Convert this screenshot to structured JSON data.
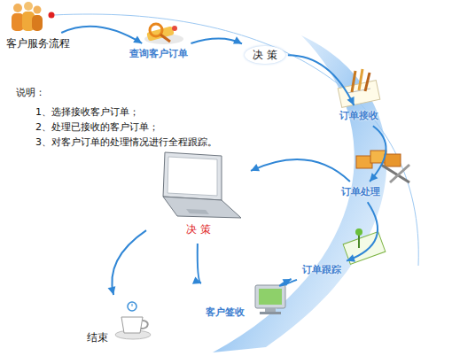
{
  "diagram": {
    "nodes": [
      {
        "text": [
          "客户服务流程"
        ]
      },
      {
        "text": [
          "查询客户订单"
        ]
      },
      {
        "text": [
          "决 策"
        ]
      },
      {
        "text": [
          "订单接收"
        ]
      },
      {
        "text": [
          "订单处理"
        ]
      },
      {
        "text": [
          "订单跟踪"
        ]
      },
      {
        "text": [
          "客户签收"
        ]
      },
      {
        "text": [
          "决 策"
        ]
      },
      {
        "text": [
          "结束"
        ]
      }
    ],
    "edges": [
      {
        "from": 0,
        "to": 1,
        "arrow": "to"
      },
      {
        "from": 1,
        "to": 2,
        "arrow": "to"
      },
      {
        "from": 2,
        "to": 3,
        "arrow": "to"
      },
      {
        "from": 3,
        "to": 4,
        "arrow": "to"
      },
      {
        "from": 4,
        "to": 5,
        "arrow": "to"
      },
      {
        "from": 5,
        "to": 6,
        "arrow": "to"
      },
      {
        "from": 4,
        "to": 7,
        "arrow": "to"
      },
      {
        "from": 7,
        "to": 8,
        "arrow": "to"
      },
      {
        "from": 7,
        "to": 6,
        "arrow": "to"
      }
    ],
    "labels": [
      "说明：",
      "1、选择接收客户订单；",
      "2、处理已接收的客户订单；",
      "3、对客户订单的处理情况进行全程跟踪。"
    ]
  }
}
